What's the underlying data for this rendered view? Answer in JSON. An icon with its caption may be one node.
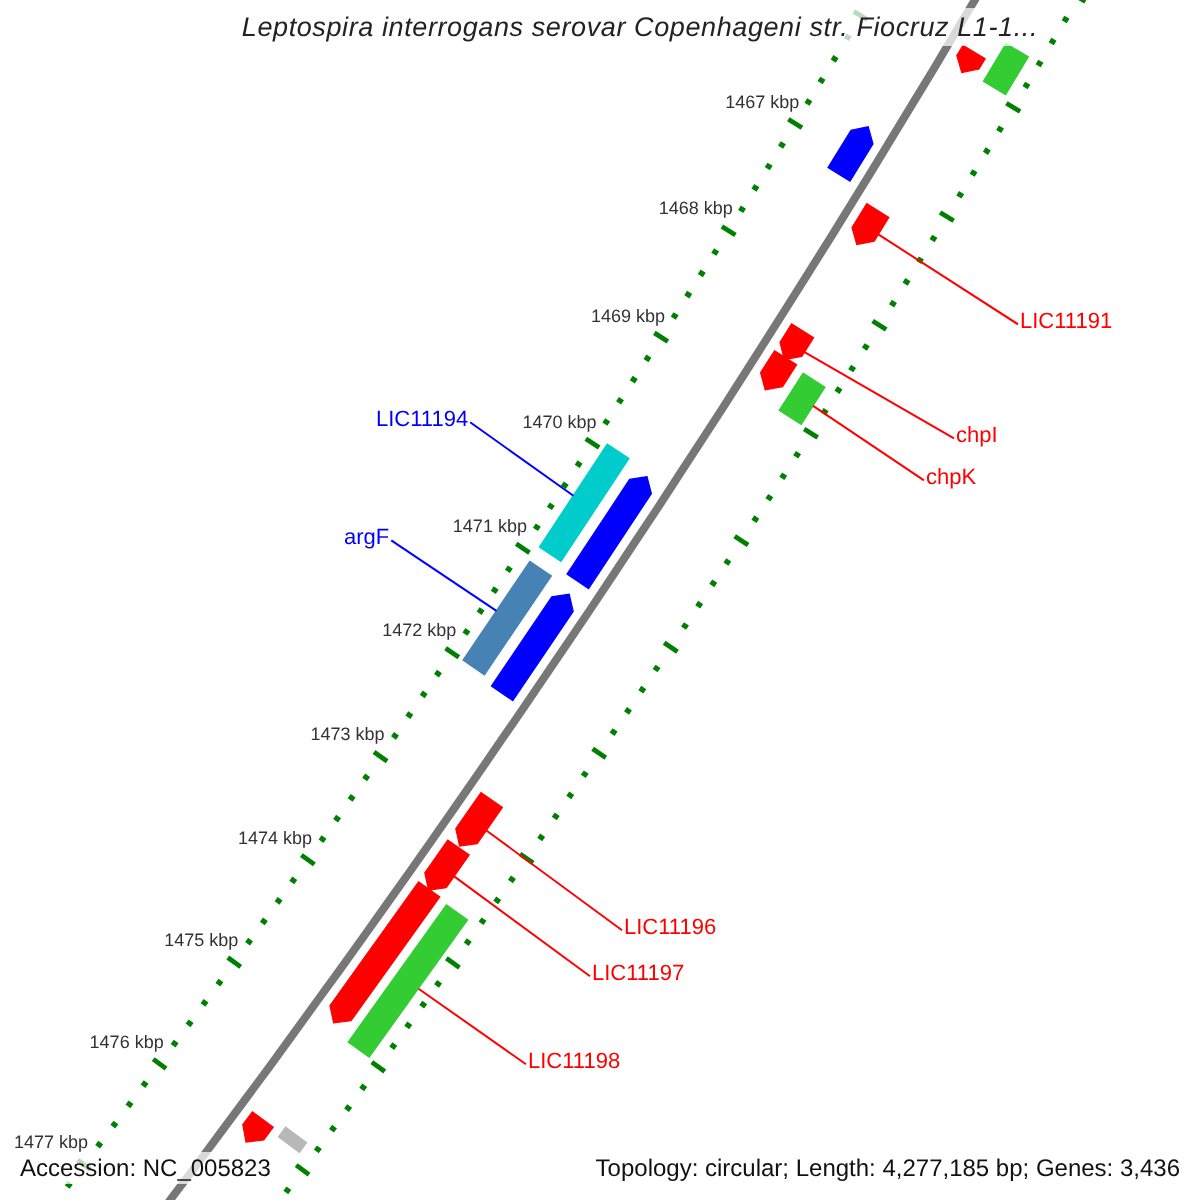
{
  "diagram": {
    "title": "Leptospira interrogans serovar Copenhageni str. Fiocruz L1-1...",
    "nodes": [
      {
        "text": [],
        "shape": "bar"
      },
      {
        "text": [],
        "shape": "arrow"
      },
      {
        "text": [],
        "shape": "arrow"
      },
      {
        "text": [],
        "shape": "arrow"
      },
      {
        "text": [
          "LIC11191"
        ]
      },
      {
        "text": [],
        "shape": "arrow"
      },
      {
        "text": [],
        "shape": "arrow"
      },
      {
        "text": [],
        "shape": "bar"
      },
      {
        "text": [
          "chpI"
        ]
      },
      {
        "text": [
          "LIC11194"
        ]
      },
      {
        "text": [
          "chpK"
        ]
      },
      {
        "text": [],
        "shape": "bar"
      },
      {
        "text": [],
        "shape": "arrow"
      },
      {
        "text": [
          "argF"
        ]
      },
      {
        "text": [],
        "shape": "bar"
      },
      {
        "text": [],
        "shape": "arrow"
      },
      {
        "text": [],
        "shape": "arrow"
      },
      {
        "text": [],
        "shape": "arrow"
      },
      {
        "text": [
          "LIC11196"
        ]
      },
      {
        "text": [],
        "shape": "arrow"
      },
      {
        "text": [
          "LIC11197"
        ]
      },
      {
        "text": [],
        "shape": "bar"
      },
      {
        "text": [
          "LIC11198"
        ]
      },
      {
        "text": [],
        "shape": "arrow"
      },
      {
        "text": [],
        "shape": "bar"
      }
    ],
    "edges": [
      {
        "from": 4,
        "to": 3,
        "arrow": "none"
      },
      {
        "from": 8,
        "to": 5,
        "arrow": "none"
      },
      {
        "from": 9,
        "to": 11,
        "arrow": "none",
        "color": "#0000ff"
      },
      {
        "from": 10,
        "to": 7,
        "arrow": "none"
      },
      {
        "from": 13,
        "to": 14,
        "arrow": "none",
        "color": "#0000ff"
      },
      {
        "from": 18,
        "to": 16,
        "arrow": "none"
      },
      {
        "from": 20,
        "to": 17,
        "arrow": "none"
      },
      {
        "from": 22,
        "to": 21,
        "arrow": "none"
      }
    ],
    "labels": [
      "1467 kbp",
      "1468 kbp",
      "1469 kbp",
      "1470 kbp",
      "1471 kbp",
      "1472 kbp",
      "1473 kbp",
      "1474 kbp",
      "1475 kbp",
      "1476 kbp",
      "1477 kbp",
      "Accession: NC_005823",
      "Topology: circular; Length: 4,277,185 bp; Genes: 3,436"
    ]
  }
}
